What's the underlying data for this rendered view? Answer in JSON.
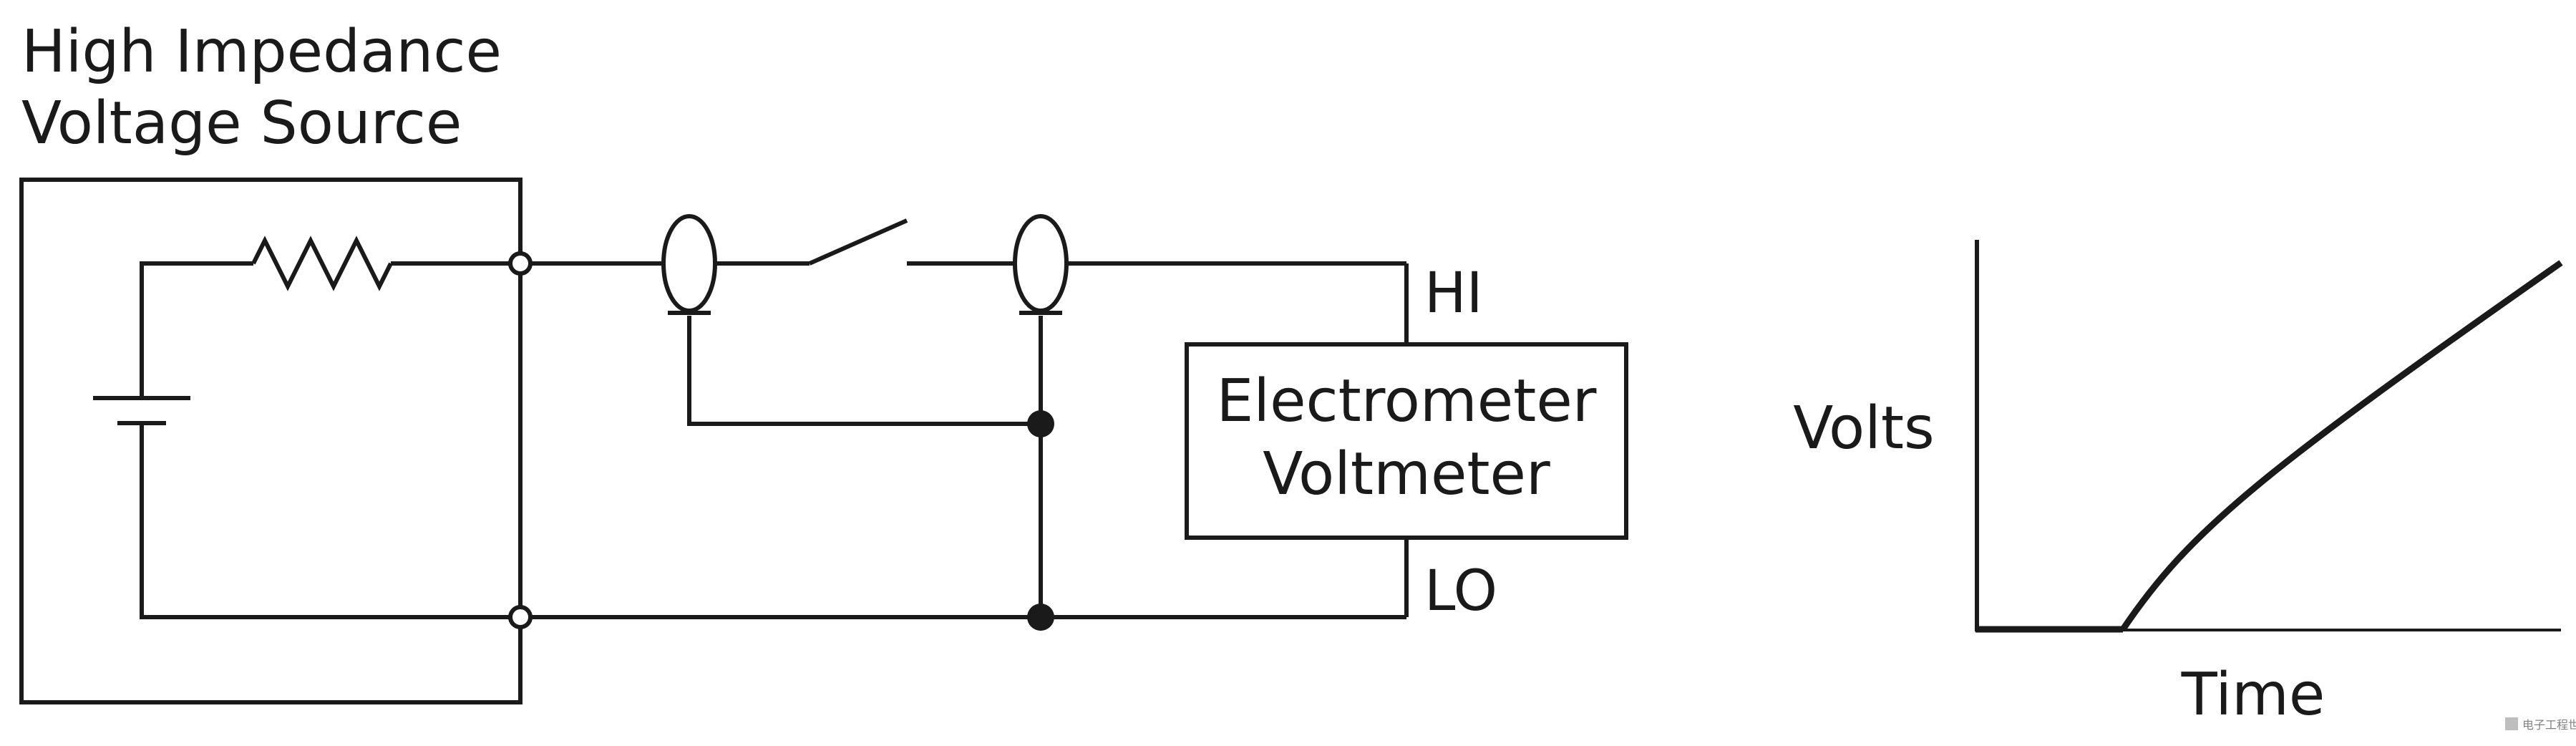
{
  "source": {
    "title_line1": "High Impedance",
    "title_line2": "Voltage Source"
  },
  "terminals": {
    "hi": "HI",
    "lo": "LO"
  },
  "instrument": {
    "line1": "Electrometer",
    "line2": "Voltmeter"
  },
  "graph": {
    "ylabel": "Volts",
    "xlabel": "Time"
  },
  "watermark": "电子工程世界"
}
